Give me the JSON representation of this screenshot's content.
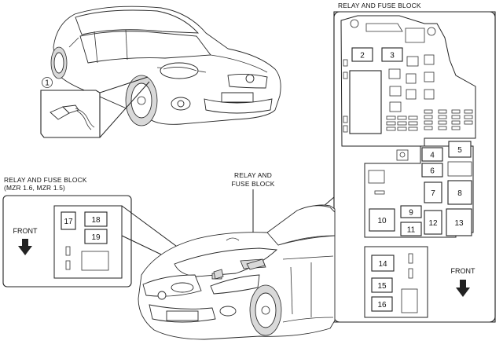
{
  "labels": {
    "top_right_title": "RELAY AND FUSE BLOCK",
    "left_title_line1": "RELAY AND FUSE BLOCK",
    "left_title_line2": "(MZR 1.6, MZR 1.5)",
    "center_label_line1": "RELAY AND",
    "center_label_line2": "FUSE BLOCK",
    "front_left": "FRONT",
    "front_right": "FRONT",
    "callout_1": "1"
  },
  "main_block_numbers": [
    "2",
    "3",
    "4",
    "5",
    "6",
    "7",
    "8",
    "9",
    "10",
    "11",
    "12",
    "13",
    "14",
    "15",
    "16"
  ],
  "mzr_block_numbers": [
    "17",
    "18",
    "19"
  ],
  "icons": [
    "down-arrow-icon",
    "connector-icon"
  ]
}
